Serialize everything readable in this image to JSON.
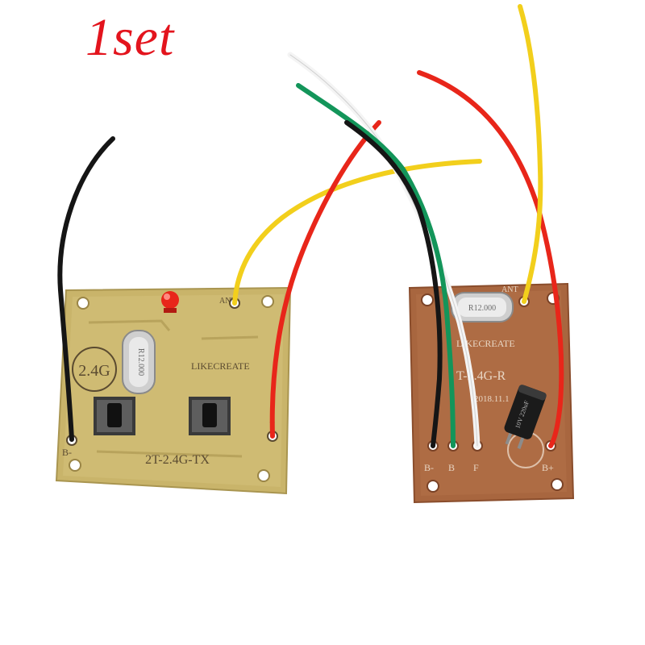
{
  "caption": "1set",
  "transmitter": {
    "model": "2T-2.4G-TX",
    "freq_badge": "2.4G",
    "brand": "LIKECREATE",
    "crystal": "R12.000",
    "ant_label": "ANT",
    "pin_minus": "B-",
    "pin_plus": "+"
  },
  "receiver": {
    "model": "T-2.4G-R",
    "date": "2018.11.1",
    "brand": "LIKECREATE",
    "crystal": "R12.000",
    "ant_label": "ANT",
    "cap_rating": "10V 220uF",
    "pins": [
      "B-",
      "B",
      "F",
      "B+"
    ]
  },
  "colors": {
    "caption": "#e3141d",
    "tx_board": "#c9b46a",
    "rx_board": "#a8663f",
    "wire_black": "#151515",
    "wire_red": "#e8261a",
    "wire_yellow": "#f2cf1c",
    "wire_green": "#13955a",
    "wire_white": "#f4f4f4"
  }
}
